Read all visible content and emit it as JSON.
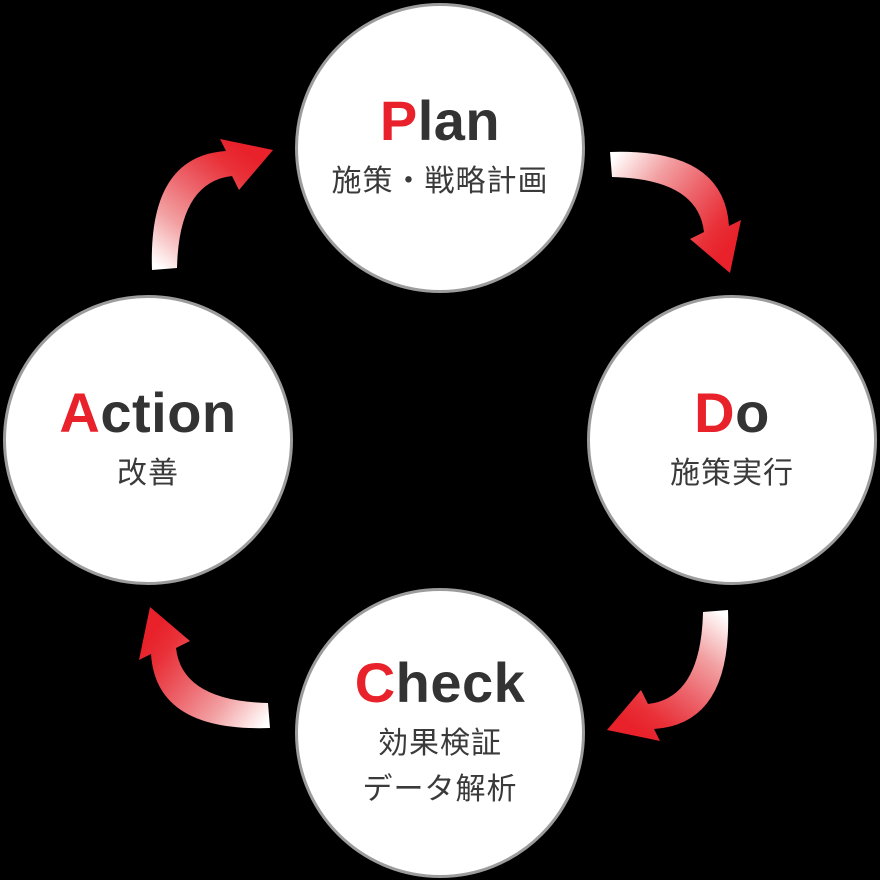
{
  "diagram_type": "cycle",
  "diagram_name": "PDCA cycle",
  "steps": [
    {
      "id": "plan",
      "label": "Plan",
      "initial": "P",
      "rest": "lan",
      "subtitle1": "施策・戦略計画",
      "subtitle2": ""
    },
    {
      "id": "do",
      "label": "Do",
      "initial": "D",
      "rest": "o",
      "subtitle1": "施策実行",
      "subtitle2": ""
    },
    {
      "id": "check",
      "label": "Check",
      "initial": "C",
      "rest": "heck",
      "subtitle1": "効果検証",
      "subtitle2": "データ解析"
    },
    {
      "id": "action",
      "label": "Action",
      "initial": "A",
      "rest": "ction",
      "subtitle1": "改善",
      "subtitle2": ""
    }
  ],
  "arrows": [
    {
      "from": "Plan",
      "to": "Do"
    },
    {
      "from": "Do",
      "to": "Check"
    },
    {
      "from": "Check",
      "to": "Action"
    },
    {
      "from": "Action",
      "to": "Plan"
    }
  ],
  "colors": {
    "background": "#000000",
    "circle_fill": "#ffffff",
    "circle_border": "#9c9c9c",
    "accent_red": "#e8212a",
    "title_dark": "#333333",
    "subtitle_dark": "#3a3a3a",
    "arrow_gradient_start": "#ffffff",
    "arrow_gradient_end": "#e8212a"
  }
}
